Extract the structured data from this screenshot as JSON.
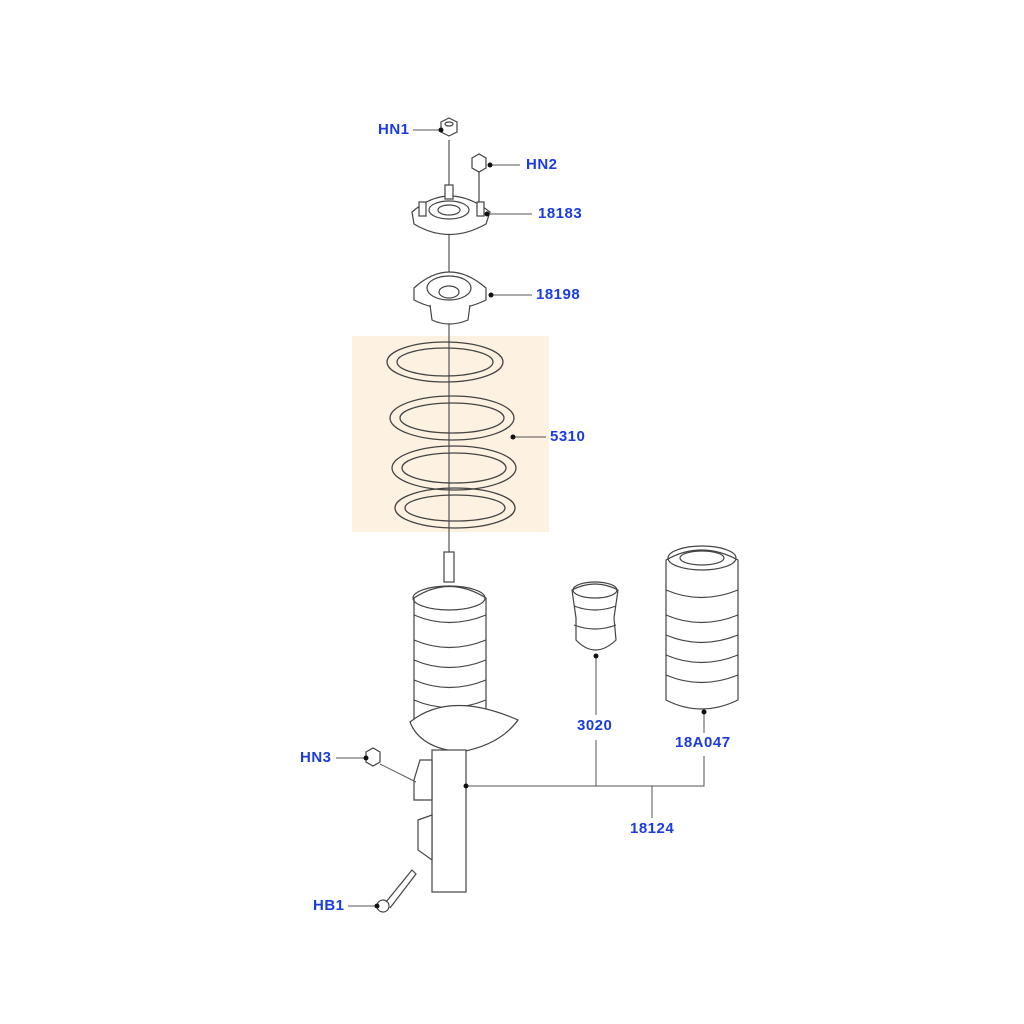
{
  "colors": {
    "label": "#1a3ce0",
    "highlight": "#fdf1e1",
    "line": "#333333"
  },
  "parts": {
    "hn1": "HN1",
    "hn2": "HN2",
    "p18183": "18183",
    "p18198": "18198",
    "p5310": "5310",
    "p3020": "3020",
    "p18a047": "18A047",
    "p18124": "18124",
    "hn3": "HN3",
    "hb1": "HB1"
  }
}
